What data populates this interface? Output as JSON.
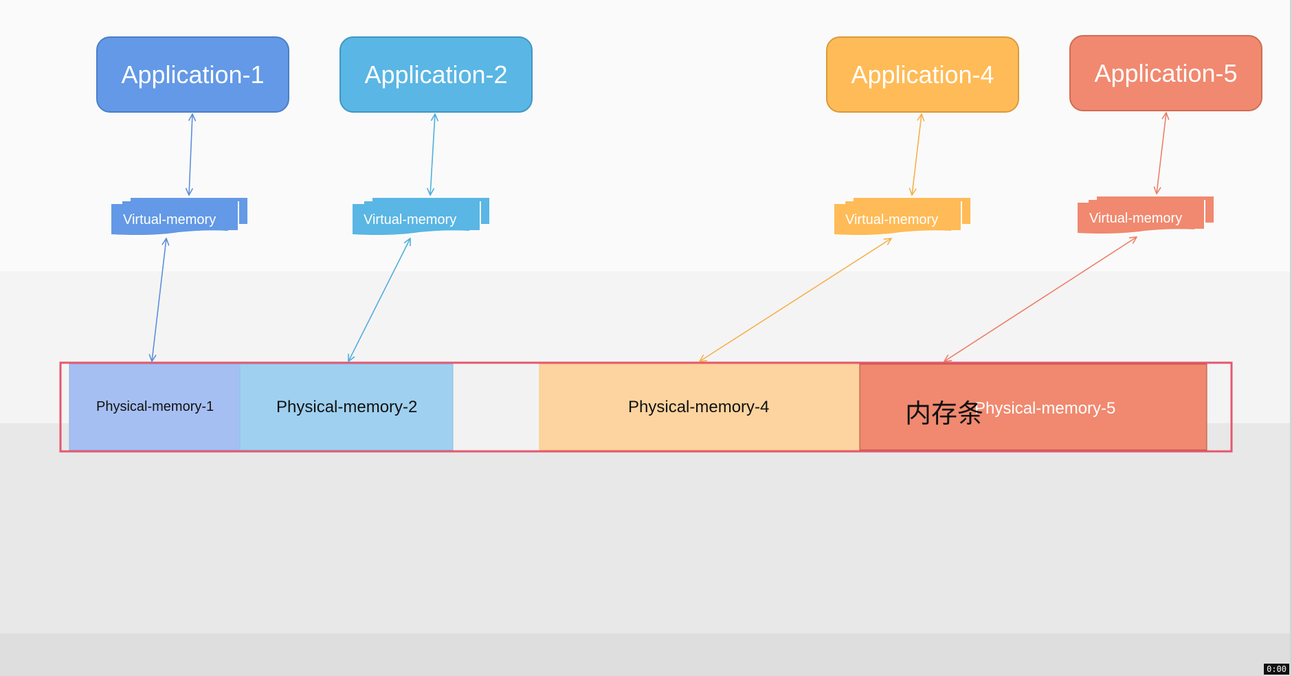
{
  "applications": [
    {
      "id": "app-1",
      "label": "Application-1"
    },
    {
      "id": "app-2",
      "label": "Application-2"
    },
    {
      "id": "app-4",
      "label": "Application-4"
    },
    {
      "id": "app-5",
      "label": "Application-5"
    }
  ],
  "virtual_memory": {
    "vm1": "Virtual-memory",
    "vm2": "Virtual-memory",
    "vm4": "Virtual-memory",
    "vm5": "Virtual-memory"
  },
  "physical_memory": {
    "pm1": "Physical-memory-1",
    "pm2": "Physical-memory-2",
    "pm4": "Physical-memory-4",
    "pm5": "Physical-memory-5"
  },
  "memory_stick_label": "内存条",
  "timestamp": "0:00",
  "colors": {
    "blue": "#6399e6",
    "light_blue": "#5ab6e4",
    "orange": "#ffbb57",
    "salmon": "#f0896f",
    "memory_stick_border": "#e5576e",
    "pm1_fill": "#a6bff2",
    "pm2_fill": "#9fd0f0",
    "pm4_fill": "#fdd49f",
    "pm5_fill": "#f0896f"
  }
}
